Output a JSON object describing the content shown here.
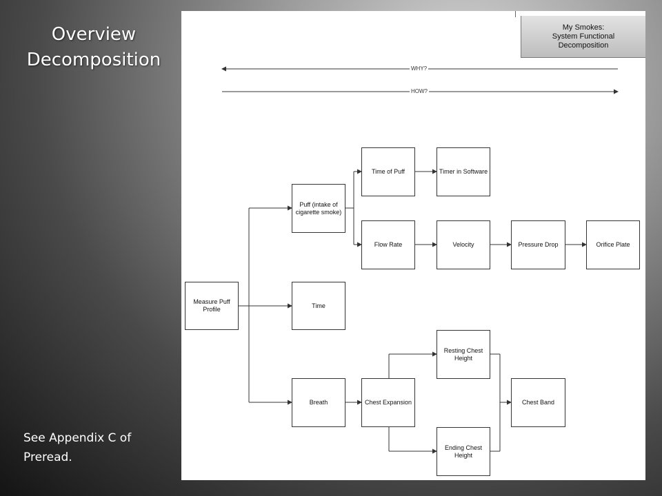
{
  "slide": {
    "title_line1": "Overview",
    "title_line2": "Decomposition",
    "note": "See Appendix C of Preread."
  },
  "titlebox": {
    "line1": "My Smokes:",
    "line2": "System Functional",
    "line3": "Decomposition"
  },
  "arrows": {
    "why": "WHY?",
    "how": "HOW?"
  },
  "nodes": {
    "measure": "Measure Puff Profile",
    "puff": "Puff (intake of cigarette smoke)",
    "time": "Time",
    "breath": "Breath",
    "time_of_puff": "Time of Puff",
    "timer": "Timer in Software",
    "flow_rate": "Flow Rate",
    "velocity": "Velocity",
    "pressure_drop": "Pressure Drop",
    "orifice_plate": "Orifice Plate",
    "chest_expansion": "Chest Expansion",
    "resting_chest": "Resting Chest Height",
    "ending_chest": "Ending Chest Height",
    "chest_band": "Chest Band"
  }
}
